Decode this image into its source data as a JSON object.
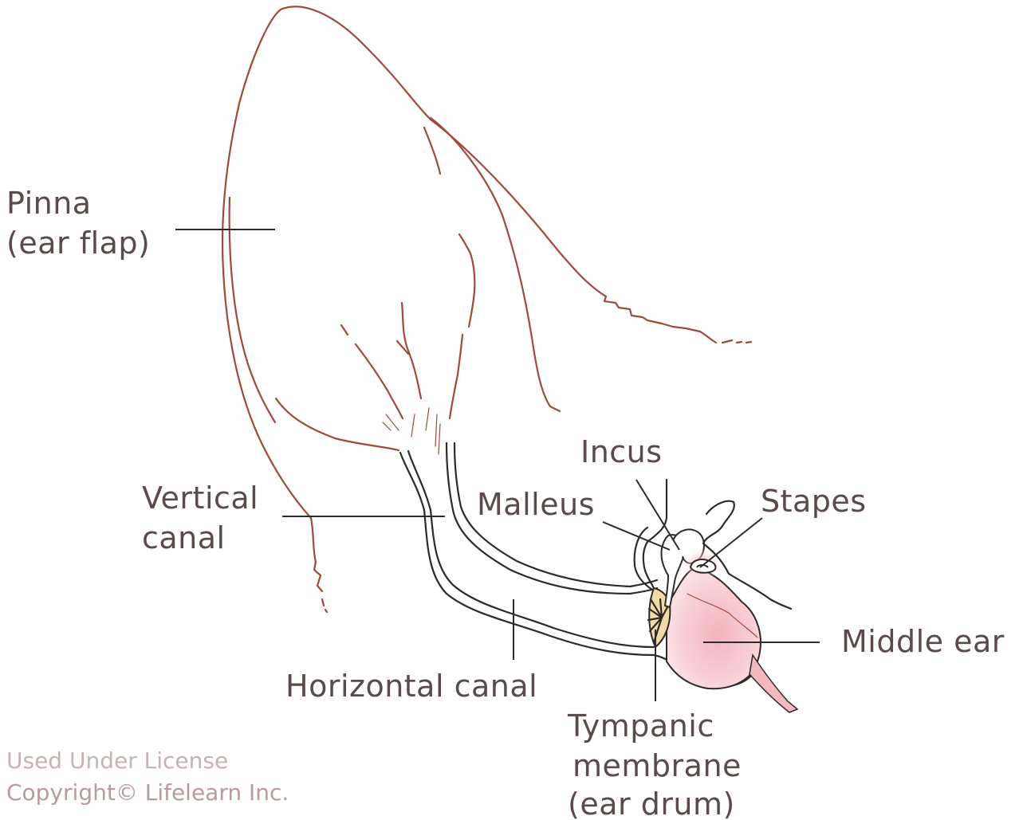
{
  "labels": {
    "pinna_line1": "Pinna",
    "pinna_line2": "(ear flap)",
    "vertical_line1": "Vertical",
    "vertical_line2": "canal",
    "incus": "Incus",
    "malleus": "Malleus",
    "stapes": "Stapes",
    "middle_ear": "Middle ear",
    "horizontal": "Horizontal canal",
    "tympanic_line1": "Tympanic",
    "tympanic_line2": "membrane",
    "tympanic_line3": "(ear drum)"
  },
  "credit": {
    "line1": "Used Under License",
    "line2": "Copyright© Lifelearn Inc."
  },
  "colors": {
    "ear_outline": "#a0493d",
    "canal_stroke": "#2e2a28",
    "label_text": "#5a4a4a",
    "middle_ear_fill": "#f6c9cf",
    "tympanic_fill": "#f4d9a8",
    "credit_text": "#c9b2b2"
  }
}
